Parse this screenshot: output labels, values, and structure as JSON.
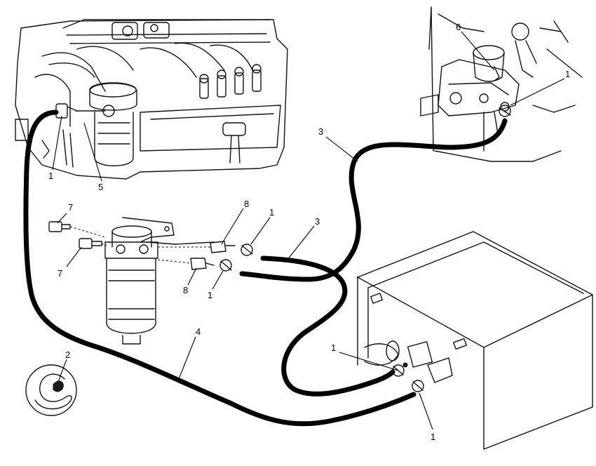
{
  "callouts": {
    "c1_engine": "1",
    "c5": "5",
    "c6": "6",
    "c1_pump": "1",
    "c3_upper": "3",
    "c7_top": "7",
    "c7_bottom": "7",
    "c8_top": "8",
    "c8_bottom": "8",
    "c1_filter_top": "1",
    "c1_filter_bottom": "1",
    "c3_lower": "3",
    "c4": "4",
    "c1_tank_top": "1",
    "c1_tank_bottom": "1",
    "c2": "2"
  },
  "colors": {
    "ink": "#111111",
    "hose": "#000000",
    "background": "#ffffff"
  }
}
